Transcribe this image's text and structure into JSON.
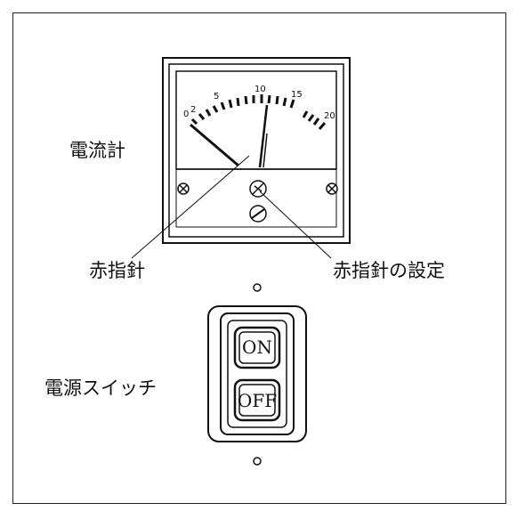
{
  "labels": {
    "ammeter": "電流計",
    "red_pointer": "赤指針",
    "red_pointer_setting": "赤指針の設定",
    "power_switch": "電源スイッチ"
  },
  "meter": {
    "scale_ticks": [
      "0",
      "2",
      "5",
      "10",
      "15",
      "20"
    ],
    "pointer_value": 10
  },
  "switch": {
    "on_label": "ON",
    "off_label": "OFF"
  }
}
